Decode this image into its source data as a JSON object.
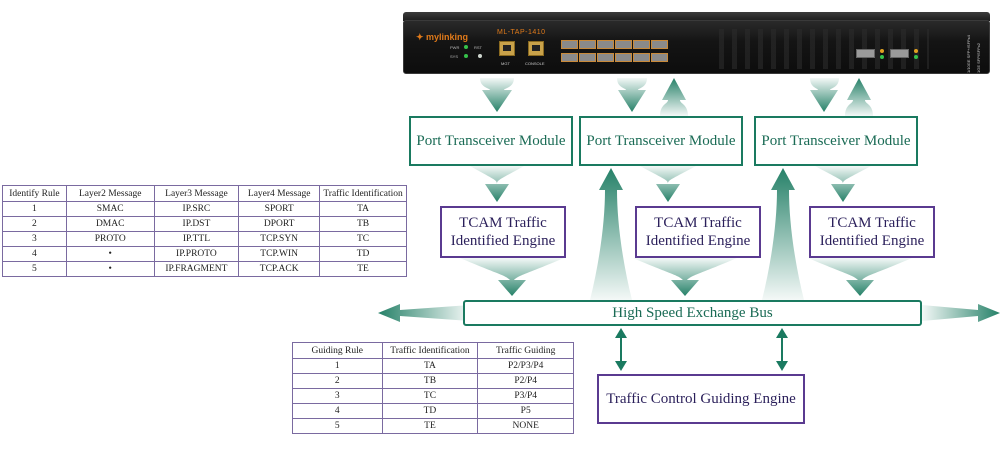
{
  "device": {
    "brand": "mylinking",
    "model": "ML-TAP-1410",
    "led_labels": [
      "PWR",
      "SYS",
      "RST"
    ],
    "port_captions": [
      "MGT",
      "CONSOLE"
    ],
    "side_text": [
      "1/10GE SFP+/SFPx4",
      "1GE SFP/SFPx2"
    ],
    "colors": {
      "body": "#111111",
      "accent": "#e07a1a"
    }
  },
  "modules": {
    "port_transceiver": "Port Transceiver Module",
    "tcam_line1": "TCAM Traffic",
    "tcam_line2": "Identified Engine",
    "bus": "High Speed Exchange Bus",
    "control": "Traffic Control Guiding Engine"
  },
  "identify_table": {
    "headers": [
      "Identify Rule",
      "Layer2 Message",
      "Layer3 Message",
      "Layer4 Message",
      "Traffic Identification"
    ],
    "rows": [
      [
        "1",
        "SMAC",
        "IP.SRC",
        "SPORT",
        "TA"
      ],
      [
        "2",
        "DMAC",
        "IP.DST",
        "DPORT",
        "TB"
      ],
      [
        "3",
        "PROTO",
        "IP.TTL",
        "TCP.SYN",
        "TC"
      ],
      [
        "4",
        "•",
        "IP.PROTO",
        "TCP.WIN",
        "TD"
      ],
      [
        "5",
        "•",
        "IP.FRAGMENT",
        "TCP.ACK",
        "TE"
      ]
    ]
  },
  "guiding_table": {
    "headers": [
      "Guiding Rule",
      "Traffic Identification",
      "Traffic Guiding"
    ],
    "rows": [
      [
        "1",
        "TA",
        "P2/P3/P4"
      ],
      [
        "2",
        "TB",
        "P2/P4"
      ],
      [
        "3",
        "TC",
        "P3/P4"
      ],
      [
        "4",
        "TD",
        "P5"
      ],
      [
        "5",
        "TE",
        "NONE"
      ]
    ]
  },
  "colors": {
    "green": "#1a7a60",
    "purple": "#5a3a90",
    "table_border": "#7a6aa0"
  }
}
